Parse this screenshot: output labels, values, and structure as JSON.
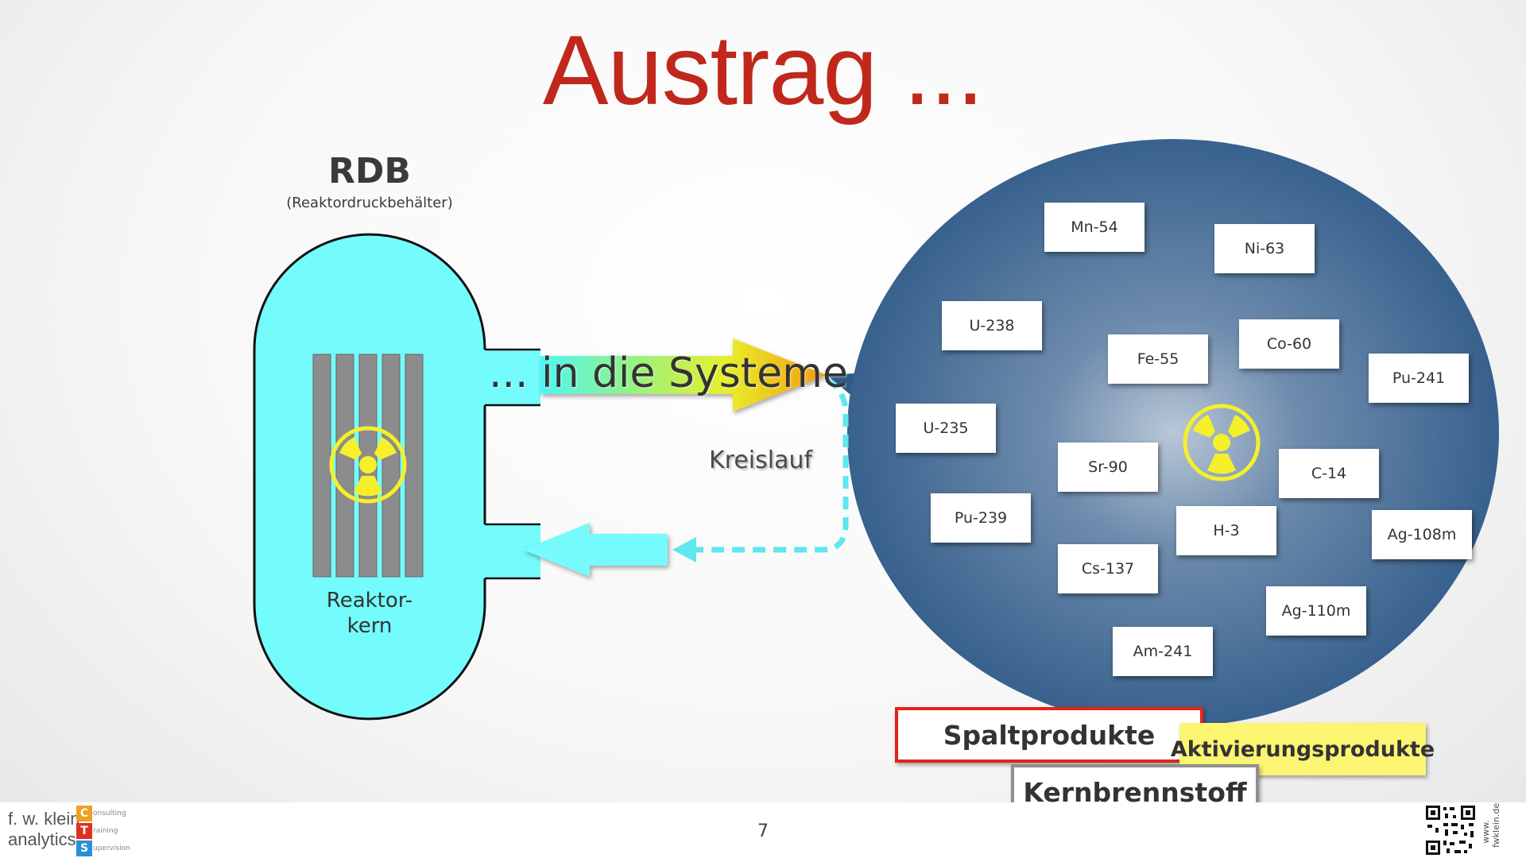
{
  "title": "Austrag ...",
  "rdb": {
    "title": "RDB",
    "subtitle": "(Reaktordruckbehälter)",
    "core_label_line1": "Reaktor-",
    "core_label_line2": "kern"
  },
  "flow": {
    "out_label": "... in die Systeme",
    "loop_label": "Kreislauf"
  },
  "nuclides": [
    "Mn-54",
    "Ni-63",
    "U-238",
    "Fe-55",
    "Co-60",
    "Pu-241",
    "U-235",
    "Sr-90",
    "C-14",
    "Pu-239",
    "H-3",
    "Ag-108m",
    "Cs-137",
    "Ag-110m",
    "Am-241"
  ],
  "categories": {
    "fission": "Spaltprodukte",
    "activation": "Aktivierungsprodukte",
    "fuel": "Kernbrennstoff"
  },
  "footer": {
    "page_number": "7",
    "logo_line1": "f. w. klein",
    "logo_line2": "analytics",
    "logo_letters": [
      "C",
      "T",
      "S"
    ],
    "logo_words": [
      "onsulting",
      "raining",
      "upervision"
    ],
    "site_line1": "www.",
    "site_line2": "fwklein.de"
  },
  "colors": {
    "title": "#c0281c",
    "vessel": "#74fbfb",
    "sphere_dark": "#2f5a88",
    "fission_border": "#e0241b",
    "activation_bg": "#fbf571",
    "fuel_border": "#8f8f8f",
    "radiation_symbol": "#f5f02a"
  }
}
